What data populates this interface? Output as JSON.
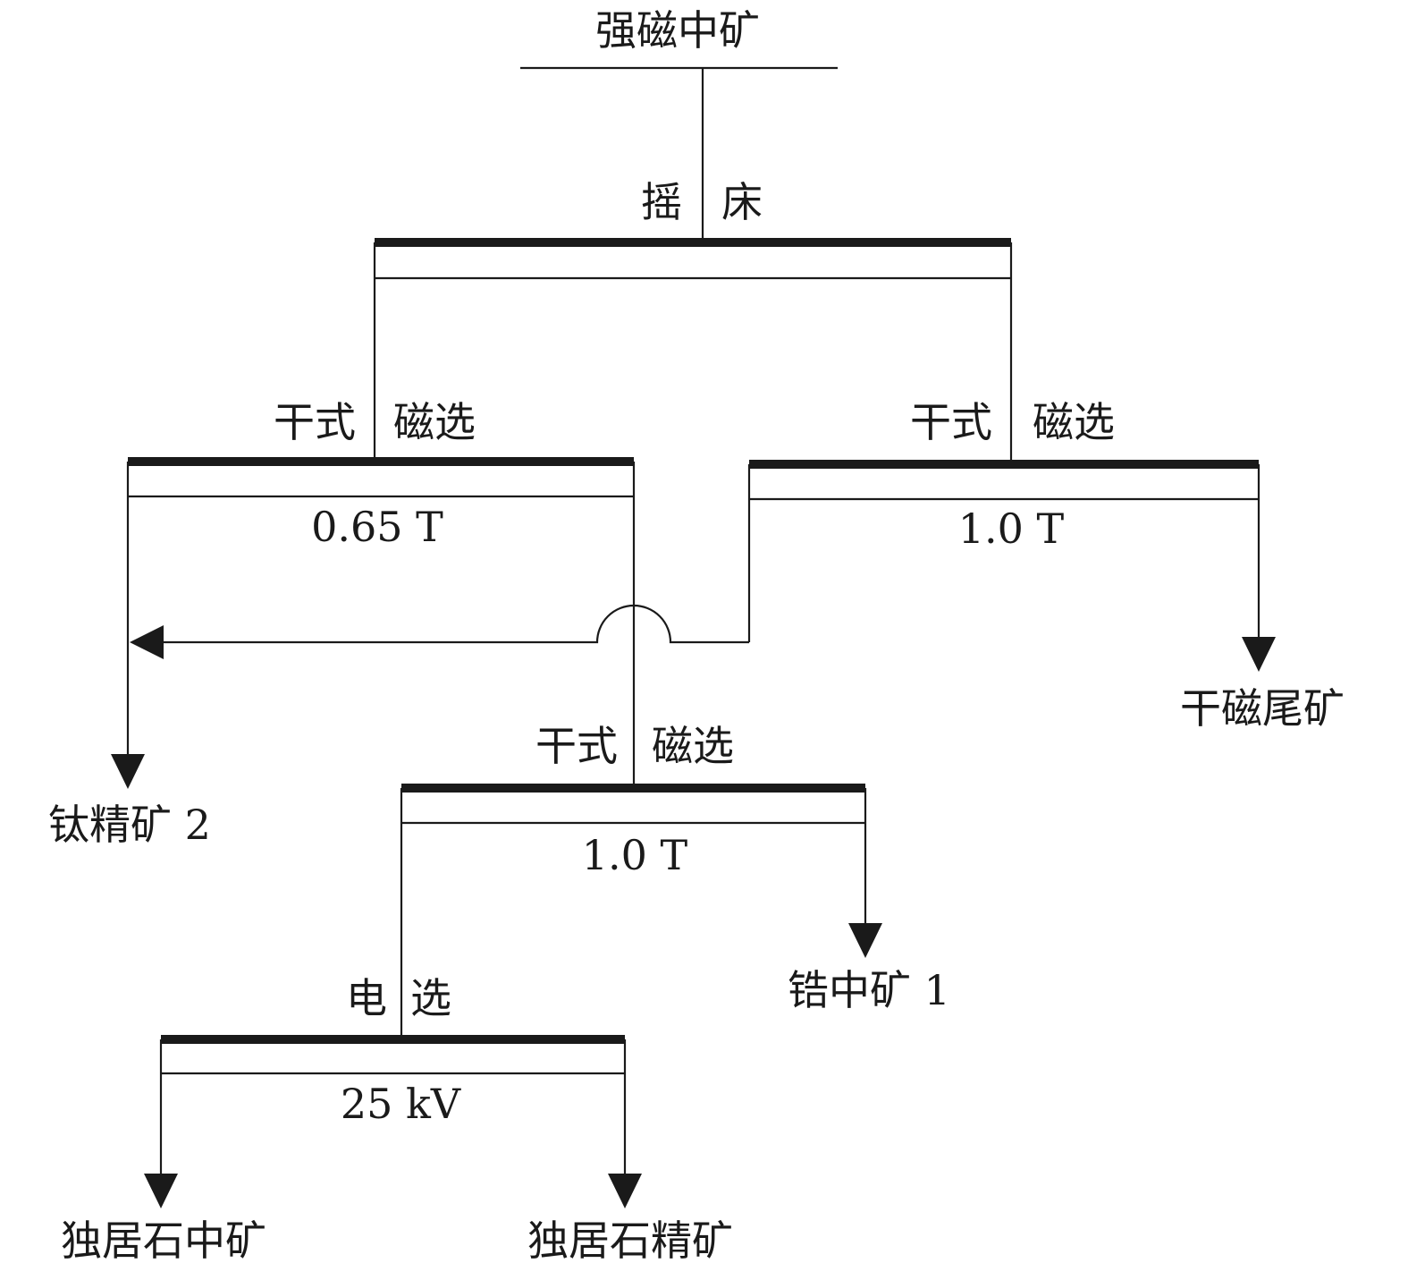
{
  "feed": "强磁中矿",
  "step1": {
    "left": "摇",
    "right": "床"
  },
  "step2a": {
    "left": "干式",
    "right": "磁选",
    "param": "0.65 T"
  },
  "step2b": {
    "left": "干式",
    "right": "磁选",
    "param": "1.0 T"
  },
  "step3": {
    "left": "干式",
    "right": "磁选",
    "param": "1.0 T"
  },
  "step4": {
    "left": "电",
    "right": "选",
    "param": "25 kV"
  },
  "products": {
    "ti_conc": "钛精矿 2",
    "dry_tail": "干磁尾矿",
    "zr_mid": "锆中矿 1",
    "mon_mid": "独居石中矿",
    "mon_conc": "独居石精矿"
  }
}
